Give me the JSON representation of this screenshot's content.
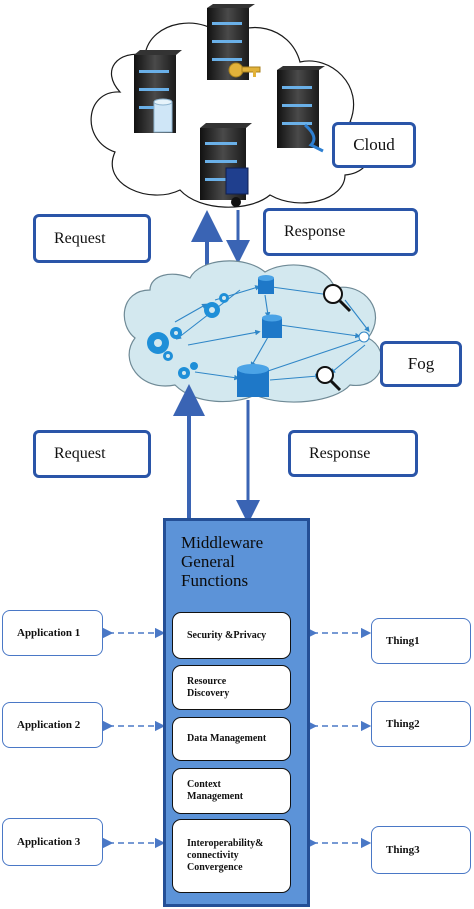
{
  "cloud": {
    "label": "Cloud"
  },
  "fog": {
    "label": "Fog"
  },
  "arrows": {
    "request_upper": "Request",
    "response_upper": "Response",
    "request_lower": "Request",
    "response_lower": "Response"
  },
  "middleware": {
    "title_lines": [
      "Middleware",
      "General",
      "Functions"
    ],
    "functions": [
      {
        "lines": [
          "Security &Privacy"
        ]
      },
      {
        "lines": [
          "Resource",
          "Discovery"
        ]
      },
      {
        "lines": [
          "Data Management"
        ]
      },
      {
        "lines": [
          "Context",
          "Management"
        ]
      },
      {
        "lines": [
          "Interoperability&",
          "connectivity",
          "Convergence"
        ]
      }
    ]
  },
  "applications": [
    "Application 1",
    "Application 2",
    "Application 3"
  ],
  "things": [
    "Thing1",
    "Thing2",
    "Thing3"
  ],
  "icons": {
    "cloud_servers": "server-rack-icon",
    "key": "key-icon",
    "database": "database-icon",
    "monitor": "monitor-icon",
    "gears": "gear-icon",
    "search": "magnifier-icon"
  },
  "colors": {
    "box_border": "#2a55a8",
    "arrow": "#3a64b4",
    "middleware_fill": "#5c93d8",
    "fog_fill": "#d3e8ef",
    "node_blue": "#1e78c8"
  }
}
